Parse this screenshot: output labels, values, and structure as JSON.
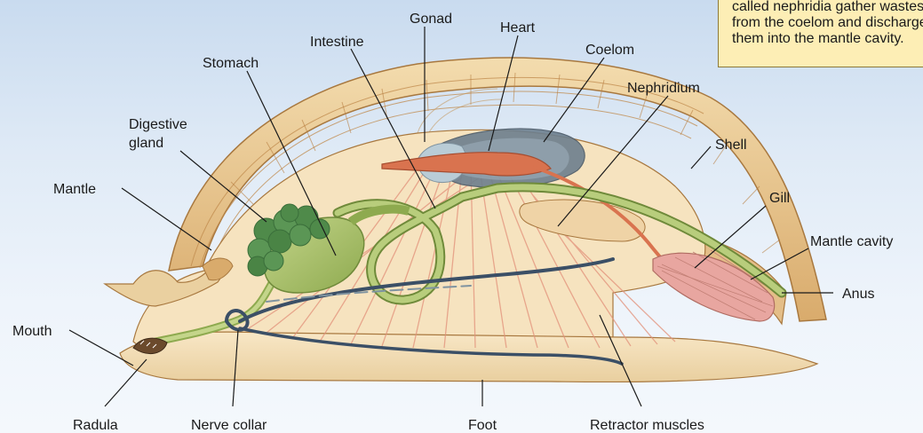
{
  "labels": {
    "gonad": "Gonad",
    "heart": "Heart",
    "intestine": "Intestine",
    "coelom": "Coelom",
    "stomach": "Stomach",
    "nephridium": "Nephridium",
    "digestive_gland_line1": "Digestive",
    "digestive_gland_line2": "gland",
    "shell": "Shell",
    "mantle": "Mantle",
    "gill": "Gill",
    "mantle_cavity": "Mantle cavity",
    "anus": "Anus",
    "mouth": "Mouth",
    "radula": "Radula",
    "nerve_collar": "Nerve collar",
    "foot": "Foot",
    "retractor_muscles": "Retractor muscles"
  },
  "note": {
    "lines": [
      "called nephridia gather wastes",
      "from the coelom and discharge",
      "them into the mantle cavity."
    ]
  },
  "colors": {
    "shell": "#e9c58c",
    "shell_ridge": "#c99a5a",
    "body": "#f6e3bf",
    "muscle": "#e7a58e",
    "digestive": "#a9c06a",
    "digestive_gland": "#4f8a4a",
    "heart": "#d9734f",
    "coelom": "#6d7f8e",
    "nerve": "#3b4f66",
    "note_bg": "#fdeeb5"
  }
}
